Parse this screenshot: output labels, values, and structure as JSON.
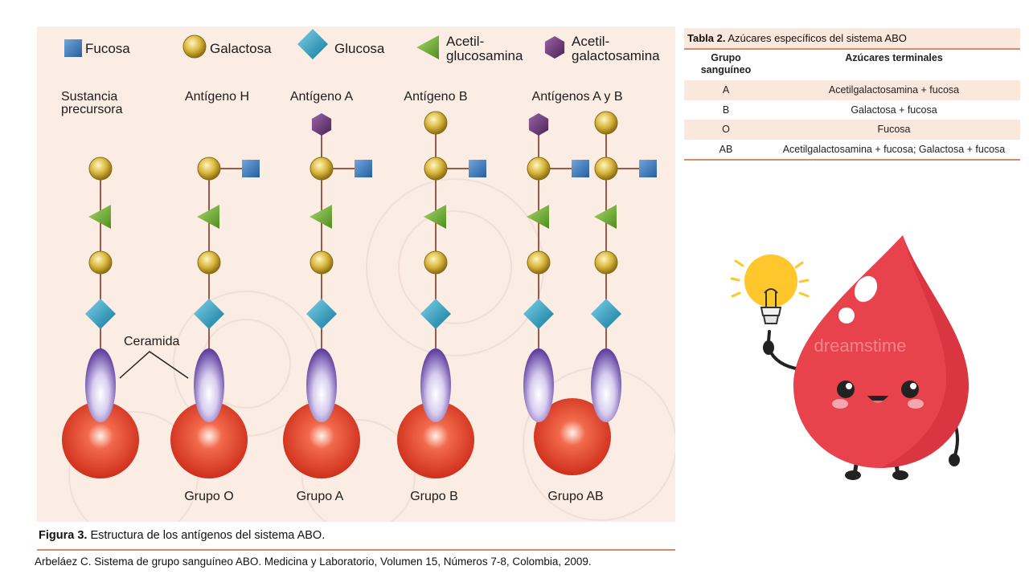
{
  "legend": [
    {
      "label": "Fucosa",
      "shape": "square-icon"
    },
    {
      "label": "Galactosa",
      "shape": "circle-icon"
    },
    {
      "label": "Glucosa",
      "shape": "diamond-icon"
    },
    {
      "label_lines": [
        "Acetil-",
        "glucosamina"
      ],
      "shape": "triangle-icon"
    },
    {
      "label_lines": [
        "Acetil-",
        "galactosamina"
      ],
      "shape": "hexagon-icon"
    }
  ],
  "columns": [
    {
      "title_lines": [
        "Sustancia",
        "precursora"
      ],
      "group": ""
    },
    {
      "title_lines": [
        "Antígeno H"
      ],
      "group": "Grupo O"
    },
    {
      "title_lines": [
        "Antígeno A"
      ],
      "group": "Grupo A"
    },
    {
      "title_lines": [
        "Antígeno B"
      ],
      "group": "Grupo B"
    },
    {
      "title_lines": [
        "Antígenos A y B"
      ],
      "group": "Grupo AB"
    }
  ],
  "ceramide_label": "Ceramida",
  "figure_caption": {
    "bold": "Figura 3.",
    "text": " Estructura de los antígenos del sistema ABO."
  },
  "citation": "Arbeláez C. Sistema de grupo sanguíneo ABO. Medicina y Laboratorio, Volumen 15, Números 7-8, Colombia, 2009.",
  "table": {
    "title_bold": "Tabla 2.",
    "title_text": " Azúcares específicos del sistema ABO",
    "headers": [
      "Grupo sanguíneo",
      "Azúcares terminales"
    ],
    "rows": [
      {
        "group": "A",
        "sugars": "Acetilgalactosamina + fucosa"
      },
      {
        "group": "B",
        "sugars": "Galactosa + fucosa"
      },
      {
        "group": "O",
        "sugars": "Fucosa"
      },
      {
        "group": "AB",
        "sugars": "Acetilgalactosamina + fucosa; Galactosa + fucosa"
      }
    ]
  },
  "watermark": "dreamstime",
  "colors": {
    "fucose": "#3f7fc0",
    "galactose": "#d4b23a",
    "glucose": "#2e9fc4",
    "acetylglucosamine": "#7cb83c",
    "acetylgalactosamine": "#6b3a78",
    "cell": "#e8452c",
    "drop": "#e8434c",
    "bulb": "#ffc72c",
    "table_shade": "#fbe8dd",
    "rule": "#d98a6a"
  }
}
